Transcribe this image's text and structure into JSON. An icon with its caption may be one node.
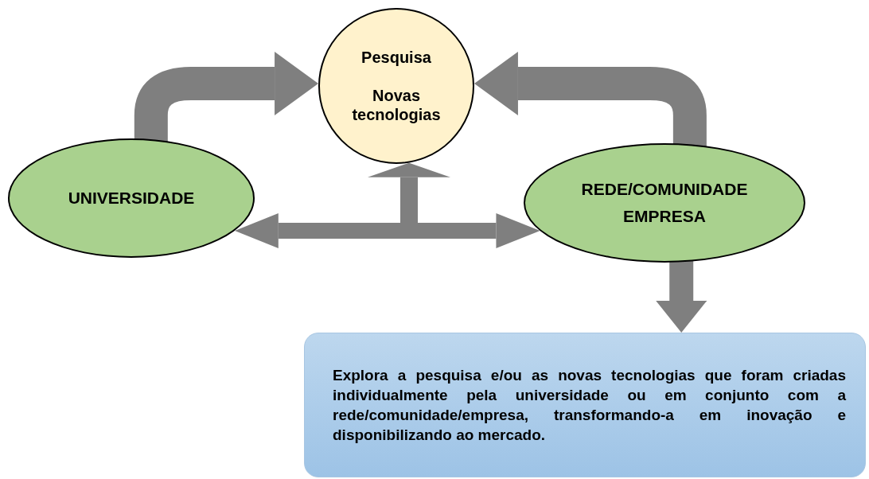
{
  "diagram": {
    "nodes": [
      {
        "text": [
          "Pesquisa",
          "Novas tecnologias"
        ]
      },
      {
        "text": [
          "UNIVERSIDADE"
        ]
      },
      {
        "text": [
          "REDE/COMUNIDADE EMPRESA"
        ]
      },
      {
        "text": [
          "Explora a pesquisa e/ou as novas tecnologias que foram criadas individualmente pela universidade ou em conjunto com a rede/comunidade/empresa, transformando-a em inovação e disponibilizando ao mercado."
        ]
      }
    ],
    "edges": [
      {
        "from": 1,
        "to": 0,
        "arrow": "to"
      },
      {
        "from": 2,
        "to": 0,
        "arrow": "to"
      },
      {
        "from": 1,
        "to": 2,
        "arrow": "both"
      },
      {
        "from": null,
        "to": 0,
        "arrow": "to"
      },
      {
        "from": 2,
        "to": 3,
        "arrow": "to"
      }
    ]
  }
}
